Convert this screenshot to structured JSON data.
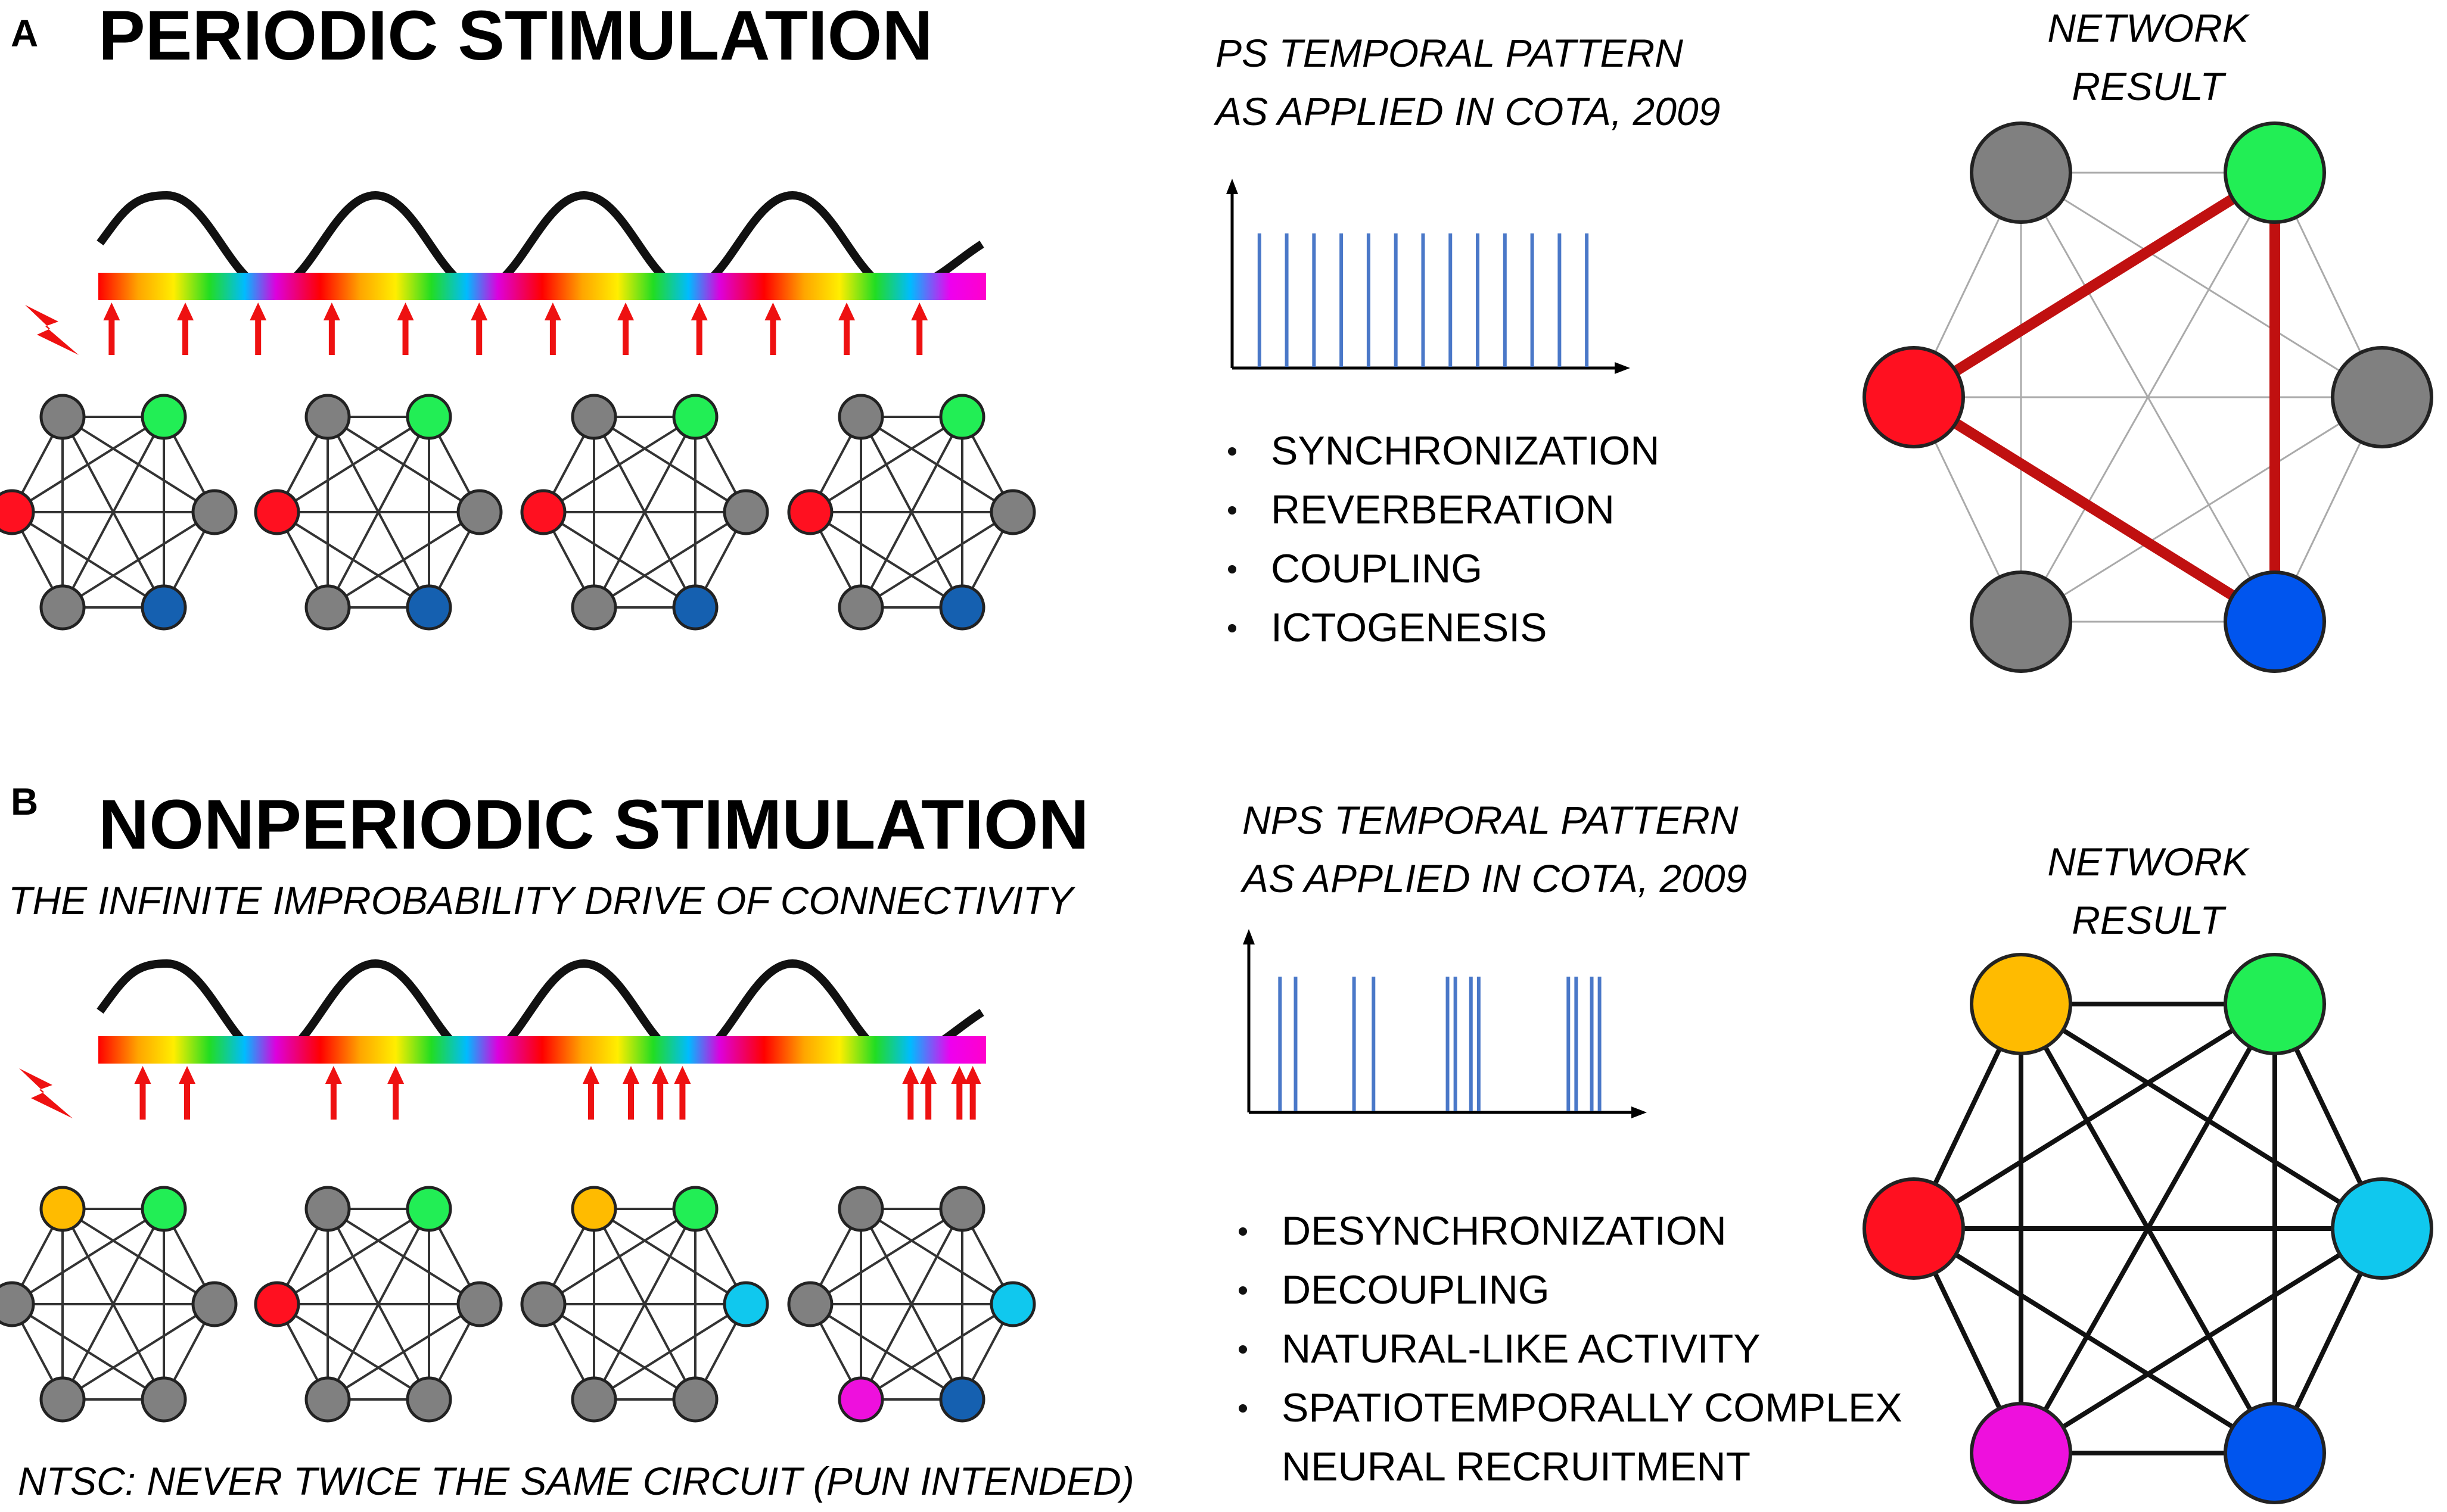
{
  "colors": {
    "gray": "#808080",
    "green": "#22ee55",
    "red": "#ff1020",
    "blue_small": "#1560b0",
    "blue_big": "#0055ee",
    "yellow": "#ffbb00",
    "cyan": "#10c8ee",
    "magenta": "#ee10dd",
    "arrow": "#ee1111",
    "spike": "#4a78c8",
    "strong_edge": "#c01010"
  },
  "panel_a": {
    "letter": "A",
    "title": "PERIODIC STIMULATION",
    "pattern_title": [
      "PS TEMPORAL PATTERN",
      "AS APPLIED IN COTA, 2009"
    ],
    "result_title": [
      "NETWORK",
      "RESULT"
    ],
    "bullets": [
      "SYNCHRONIZATION",
      "REVERBERATION",
      "COUPLING",
      "ICTOGENESIS"
    ],
    "spikes": [
      0.07,
      0.14,
      0.21,
      0.28,
      0.35,
      0.42,
      0.49,
      0.56,
      0.63,
      0.7,
      0.77,
      0.84,
      0.91
    ],
    "arrows": [
      0.015,
      0.098,
      0.18,
      0.263,
      0.346,
      0.429,
      0.512,
      0.594,
      0.677,
      0.76,
      0.843,
      0.925
    ],
    "small_networks": [
      [
        "gray",
        "green",
        "red",
        "gray",
        "gray",
        "blue_small"
      ],
      [
        "gray",
        "green",
        "red",
        "gray",
        "gray",
        "blue_small"
      ],
      [
        "gray",
        "green",
        "red",
        "gray",
        "gray",
        "blue_small"
      ],
      [
        "gray",
        "green",
        "red",
        "gray",
        "gray",
        "blue_small"
      ]
    ],
    "big_network": [
      "gray",
      "green",
      "red",
      "gray",
      "gray",
      "blue_big"
    ]
  },
  "panel_b": {
    "letter": "B",
    "title": "NONPERIODIC STIMULATION",
    "subtitle": "THE INFINITE IMPROBABILITY DRIVE OF CONNECTIVITY",
    "footer": "NTSC: NEVER TWICE THE SAME CIRCUIT (PUN INTENDED)",
    "pattern_title": [
      "NPS TEMPORAL PATTERN",
      "AS APPLIED IN COTA, 2009"
    ],
    "result_title": [
      "NETWORK",
      "RESULT"
    ],
    "bullets": [
      "DESYNCHRONIZATION",
      "DECOUPLING",
      "NATURAL-LIKE ACTIVITY",
      "SPATIOTEMPORALLY COMPLEX",
      "NEURAL RECRUITMENT"
    ],
    "bullet_markers": [
      true,
      true,
      true,
      true,
      false
    ],
    "spikes": [
      0.08,
      0.12,
      0.27,
      0.32,
      0.51,
      0.53,
      0.57,
      0.59,
      0.82,
      0.84,
      0.88,
      0.9
    ],
    "arrows": [
      0.05,
      0.1,
      0.265,
      0.335,
      0.555,
      0.6,
      0.633,
      0.658,
      0.915,
      0.935,
      0.97,
      0.985
    ],
    "small_networks": [
      [
        "yellow",
        "green",
        "gray",
        "gray",
        "gray",
        "gray"
      ],
      [
        "gray",
        "green",
        "red",
        "gray",
        "gray",
        "gray"
      ],
      [
        "yellow",
        "green",
        "gray",
        "cyan",
        "gray",
        "gray"
      ],
      [
        "gray",
        "gray",
        "gray",
        "cyan",
        "magenta",
        "blue_small"
      ]
    ],
    "big_network": [
      "yellow",
      "green",
      "red",
      "cyan",
      "magenta",
      "blue_big"
    ]
  }
}
